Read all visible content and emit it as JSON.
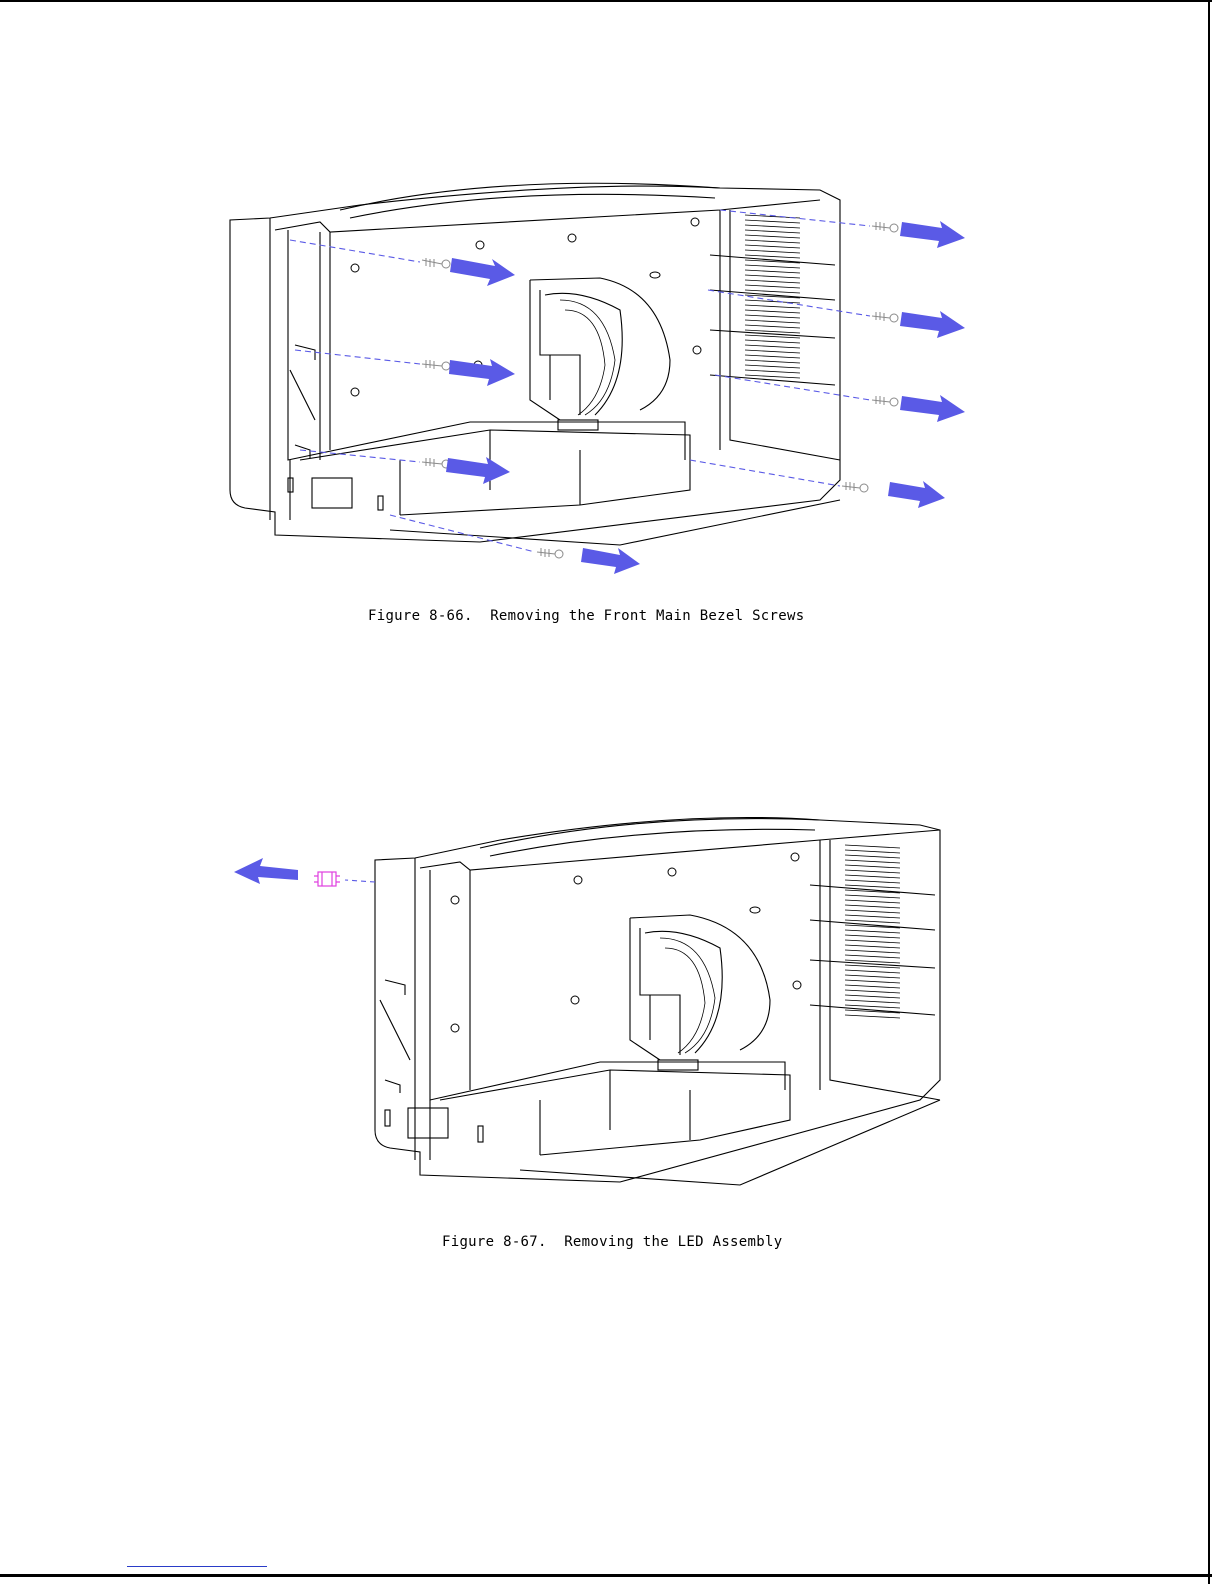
{
  "page": {
    "figures": [
      {
        "id": "fig-8-66",
        "caption": "Figure 8-66.  Removing the Front Main Bezel Screws",
        "screw_count": 8
      },
      {
        "id": "fig-8-67",
        "caption": "Figure 8-67.  Removing the LED Assembly"
      }
    ],
    "colors": {
      "arrow": "#5a5ae6",
      "led": "#e040e0",
      "line": "#000000",
      "footer_link": "#2a3cc8"
    }
  }
}
